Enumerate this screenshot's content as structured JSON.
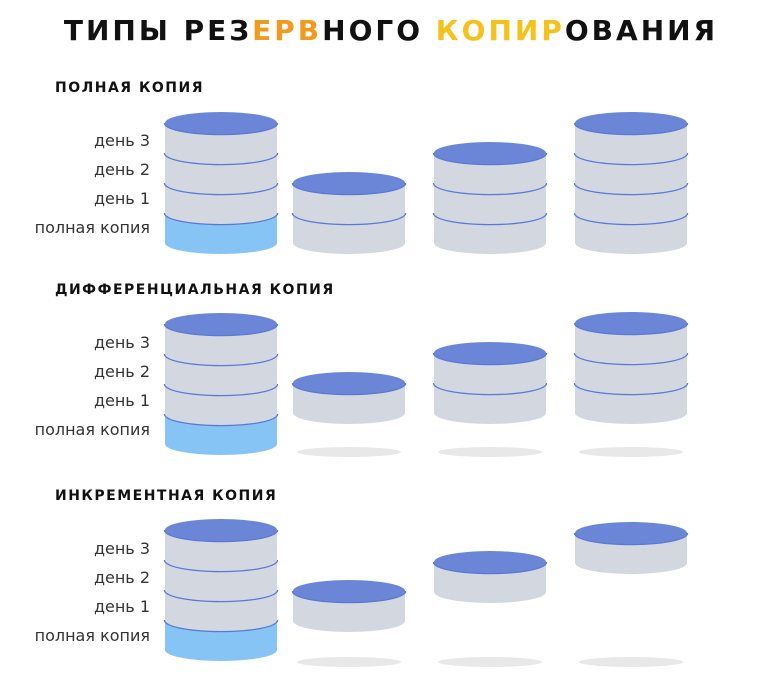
{
  "title": {
    "part1": "ТИПЫ РЕЗ",
    "part2": "ЕРВ",
    "part3": "НОГО ",
    "part4": "КОПИР",
    "part5": "ОВАНИЯ"
  },
  "sections": [
    {
      "heading": "ПОЛНАЯ КОПИЯ",
      "labels": [
        "день 3",
        "день 2",
        "день 1",
        "полная копия"
      ]
    },
    {
      "heading": "ДИФФЕРЕНЦИАЛЬНАЯ КОПИЯ",
      "labels": [
        "день 3",
        "день 2",
        "день 1",
        "полная копия"
      ]
    },
    {
      "heading": "ИНКРЕМЕНТНАЯ КОПИЯ",
      "labels": [
        "день 3",
        "день 2",
        "день 1",
        "полная копия"
      ]
    }
  ],
  "colors": {
    "disk_body": "#d3d8e0",
    "disk_top": "#6b86d6",
    "disk_edge": "#5a78d8",
    "full_backup_body": "#87c4f6",
    "shadow": "#e8e8e8"
  }
}
